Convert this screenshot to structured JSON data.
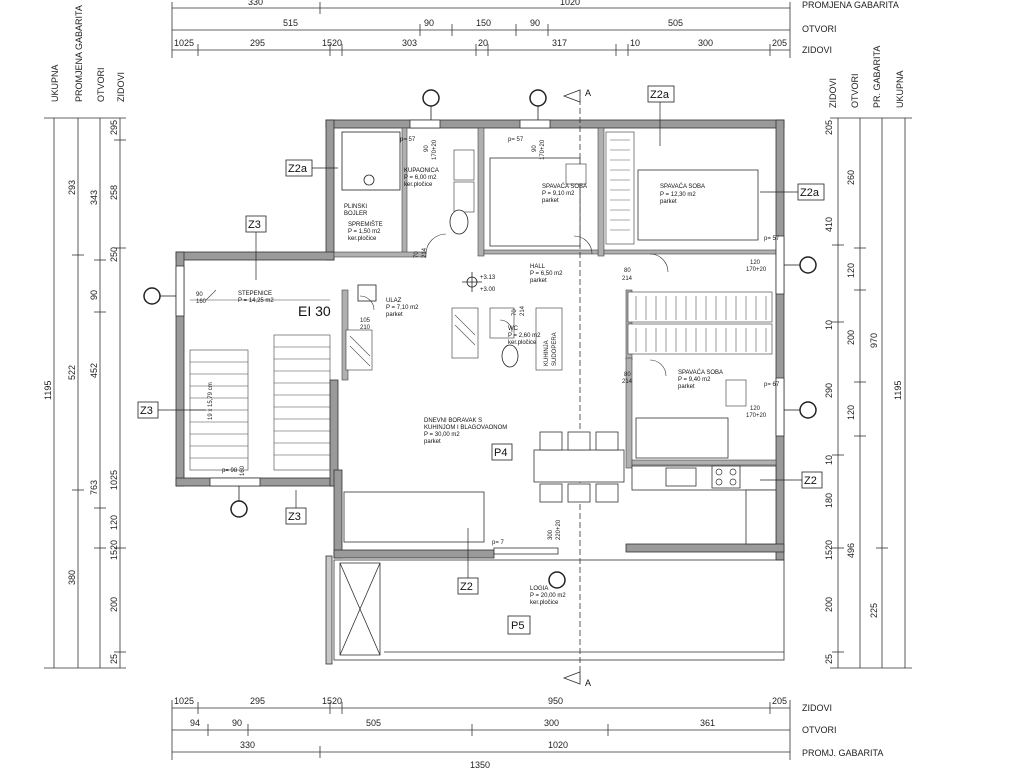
{
  "top_rows": {
    "row0": {
      "values": [
        "330",
        "1020"
      ],
      "label": "PROMJENA GABARITA"
    },
    "row1": {
      "values": [
        "515",
        "90",
        "150",
        "90",
        "505"
      ],
      "label": "OTVORI"
    },
    "row2": {
      "values": [
        "1025",
        "295",
        "1520",
        "303",
        "20",
        "317",
        "10",
        "300",
        "205"
      ],
      "label": "ZIDOVI"
    }
  },
  "bottom_rows": {
    "row0": {
      "values": [
        "1025",
        "295",
        "1520",
        "950",
        "205"
      ],
      "label": "ZIDOVI"
    },
    "row1": {
      "values": [
        "94",
        "90",
        "505",
        "300",
        "361"
      ],
      "label": "OTVORI"
    },
    "row2": {
      "values": [
        "330",
        "1020"
      ],
      "label": "PROMJ. GABARITA"
    },
    "total": "1350"
  },
  "left_cols": {
    "headers": [
      "UKUPNA",
      "PROMJENA GABARITA",
      "OTVORI",
      "ZIDOVI"
    ],
    "ukupna": [
      "1195"
    ],
    "gabarita": [
      "293",
      "522",
      "380"
    ],
    "otvori": [
      "343",
      "90",
      "452",
      "763",
      "120",
      "200"
    ],
    "zidovi": [
      "295",
      "258",
      "250",
      "1025",
      "1520",
      "25"
    ]
  },
  "right_cols": {
    "headers": [
      "ZIDOVI",
      "OTVORI",
      "PR. GABARITA",
      "UKUPNA"
    ],
    "zidovi": [
      "205",
      "410",
      "10",
      "290",
      "10",
      "180",
      "1520",
      "200",
      "25"
    ],
    "otvori": [
      "260",
      "120",
      "200",
      "120",
      "496"
    ],
    "gabarita": [
      "970",
      "225"
    ],
    "ukupna": [
      "1195"
    ]
  },
  "zone_tags": [
    "Z2a",
    "Z2a",
    "Z2a",
    "Z3",
    "Z3",
    "Z3",
    "Z2",
    "Z2",
    "P4",
    "P5",
    "EI 30"
  ],
  "rooms": {
    "kupaonica": [
      "KUPAONICA",
      "P = 6,00 m2",
      "ker.pločice"
    ],
    "spavaca1": [
      "SPAVAĆA SOBA",
      "P = 9,10 m2",
      "parket"
    ],
    "spavaca2": [
      "SPAVAĆA SOBA",
      "P = 12,30 m2",
      "parket"
    ],
    "plinski": [
      "PLINSKI",
      "BOJLER"
    ],
    "spremiste": [
      "SPREMIŠTE",
      "P = 1,50 m2",
      "ker.pločice"
    ],
    "hall": [
      "HALL",
      "P = 6,50 m2",
      "parket"
    ],
    "stepenice": [
      "STEPENICE",
      "P = 14,25 m2"
    ],
    "ulaz": [
      "ULAZ",
      "P = 7,10 m2",
      "parket"
    ],
    "wc": [
      "WC",
      "P = 2,60 m2",
      "ker.pločice"
    ],
    "spavaca3": [
      "SPAVAĆA SOBA",
      "P = 9,40 m2",
      "parket"
    ],
    "dnevni": [
      "DNEVNI BORAVAK S",
      "KUHINJOM I BLAGOVAONOM",
      "P = 30,00 m2",
      "parket"
    ],
    "logia": [
      "LOGIA",
      "P = 20,00 m2",
      "ker.pločice"
    ]
  },
  "levels": [
    "+3.13",
    "+3.00"
  ],
  "section_marks": [
    "A",
    "A"
  ],
  "opening_labels": [
    "p= 57",
    "90",
    "170+20",
    "p= 57",
    "90",
    "170+20",
    "70",
    "214",
    "70",
    "214",
    "80",
    "214",
    "80",
    "214",
    "90",
    "160",
    "105",
    "210",
    "p= 57",
    "120",
    "170+20",
    "p= 67",
    "120",
    "170+20",
    "p= 7",
    "300",
    "220+20",
    "p= 98",
    "160",
    "19 x 15,79 cm",
    "KUHINJA",
    "SUDOPERA"
  ]
}
